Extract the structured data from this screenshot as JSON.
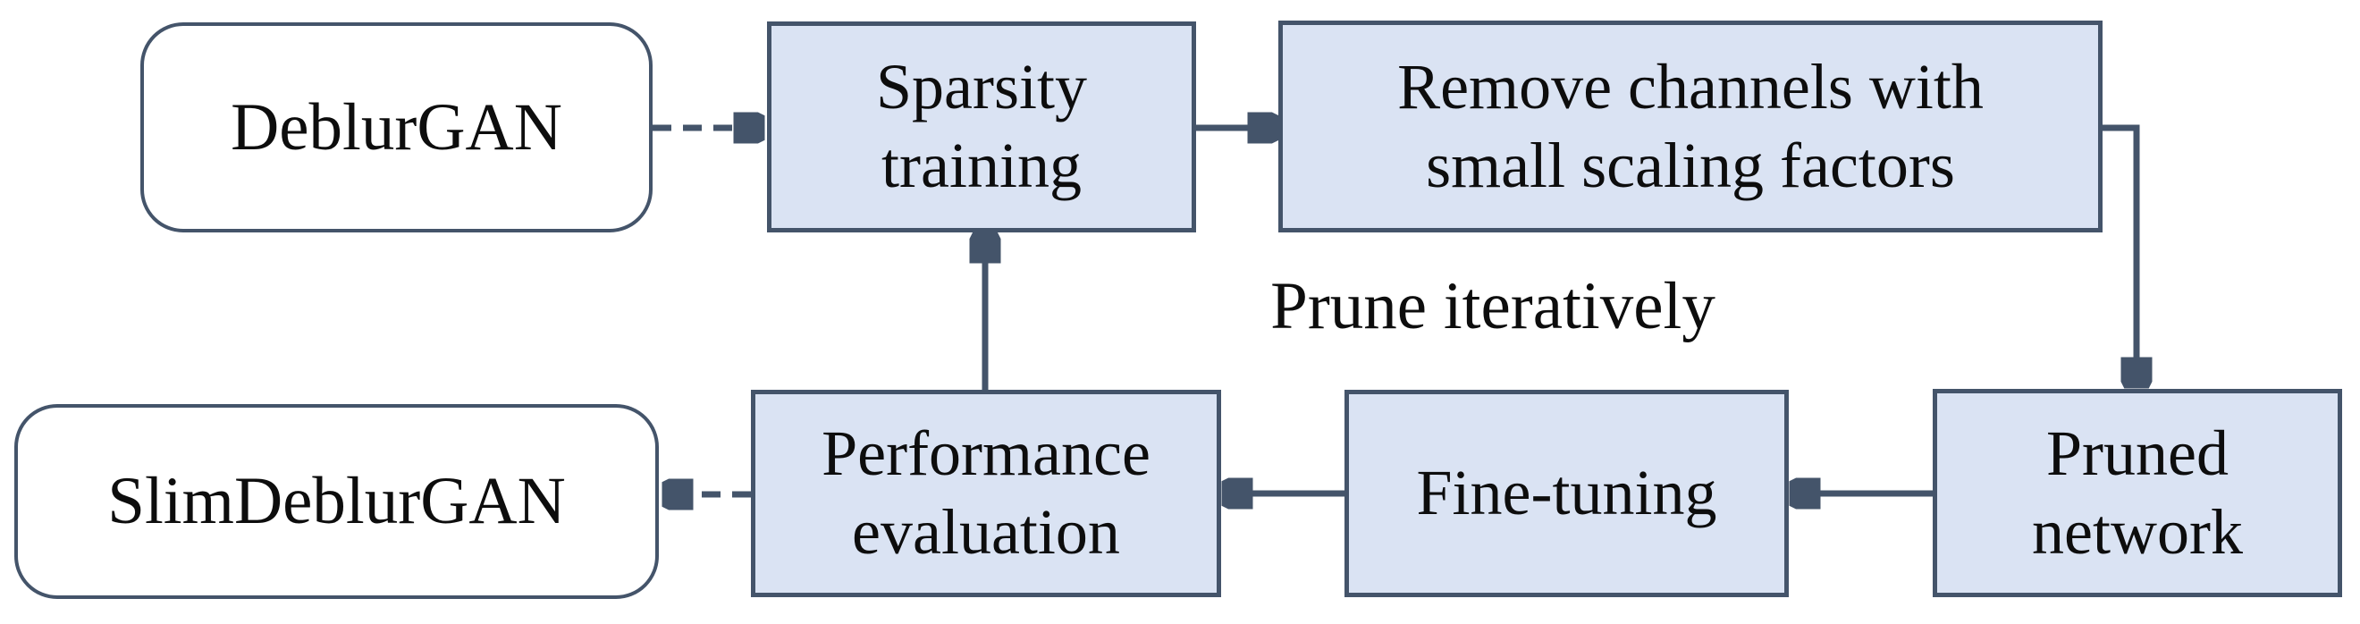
{
  "diagram": {
    "type": "flowchart",
    "annotation": "Prune iteratively",
    "colors": {
      "process_fill": "#dae3f3",
      "border_and_arrows": "#44546a",
      "terminal_fill": "#ffffff",
      "text": "#0d0d0d",
      "background": "#ffffff"
    },
    "nodes": {
      "deblurgan": {
        "label": "DeblurGAN",
        "shape": "rounded-rectangle"
      },
      "sparsity": {
        "label": "Sparsity\ntraining",
        "shape": "rectangle"
      },
      "remove": {
        "label": "Remove channels with\nsmall scaling factors",
        "shape": "rectangle"
      },
      "pruned": {
        "label": "Pruned\nnetwork",
        "shape": "rectangle"
      },
      "finetuning": {
        "label": "Fine-tuning",
        "shape": "rectangle"
      },
      "performance": {
        "label": "Performance\nevaluation",
        "shape": "rectangle"
      },
      "slimdeblurgan": {
        "label": "SlimDeblurGAN",
        "shape": "rounded-rectangle"
      }
    },
    "edges": [
      {
        "from": "DeblurGAN",
        "to": "Sparsity training",
        "style": "dashed"
      },
      {
        "from": "Sparsity training",
        "to": "Remove channels with small scaling factors",
        "style": "solid"
      },
      {
        "from": "Remove channels with small scaling factors",
        "to": "Pruned network",
        "style": "solid",
        "route": "elbow-right-down"
      },
      {
        "from": "Pruned network",
        "to": "Fine-tuning",
        "style": "solid"
      },
      {
        "from": "Fine-tuning",
        "to": "Performance evaluation",
        "style": "solid"
      },
      {
        "from": "Performance evaluation",
        "to": "Sparsity training",
        "style": "solid",
        "note": "iterative pruning loop"
      },
      {
        "from": "Performance evaluation",
        "to": "SlimDeblurGAN",
        "style": "dashed"
      }
    ]
  }
}
